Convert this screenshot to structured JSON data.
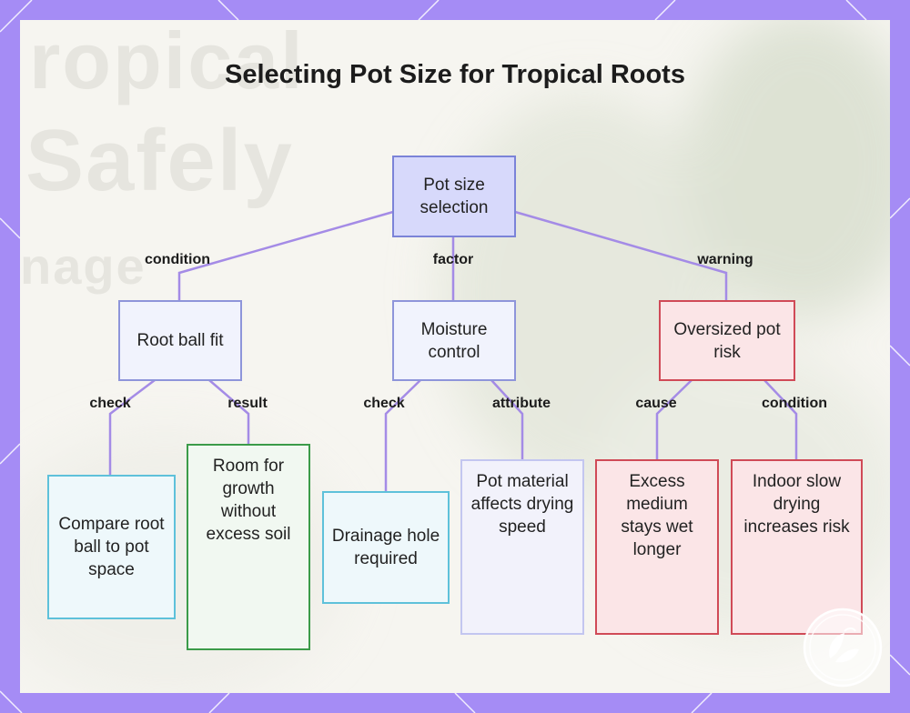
{
  "title": "Selecting Pot Size for Tropical Roots",
  "background_text": [
    "ropical",
    "Safely",
    "nage"
  ],
  "colors": {
    "frame": "#a58cf5",
    "root_fill": "#d7d9fb",
    "root_border": "#7b83d8",
    "warning_border": "#d04a57",
    "check_border": "#5ec1da",
    "result_border": "#3b9b49",
    "edge": "#a48be6"
  },
  "nodes": {
    "root": "Pot size selection",
    "root_ball_fit": "Root ball fit",
    "moisture_control": "Moisture control",
    "oversized_pot_risk": "Oversized pot risk",
    "compare": "Compare root ball to pot space",
    "room_for_growth": "Room for growth without excess soil",
    "drainage_hole": "Drainage hole required",
    "pot_material": "Pot material affects drying speed",
    "excess_medium": "Excess medium stays wet longer",
    "indoor_slow": "Indoor slow drying increases risk"
  },
  "edge_labels": {
    "condition_1": "condition",
    "factor": "factor",
    "warning": "warning",
    "check_1": "check",
    "result": "result",
    "check_2": "check",
    "attribute": "attribute",
    "cause": "cause",
    "condition_2": "condition"
  },
  "logo_icon": "leaf-emblem-icon"
}
